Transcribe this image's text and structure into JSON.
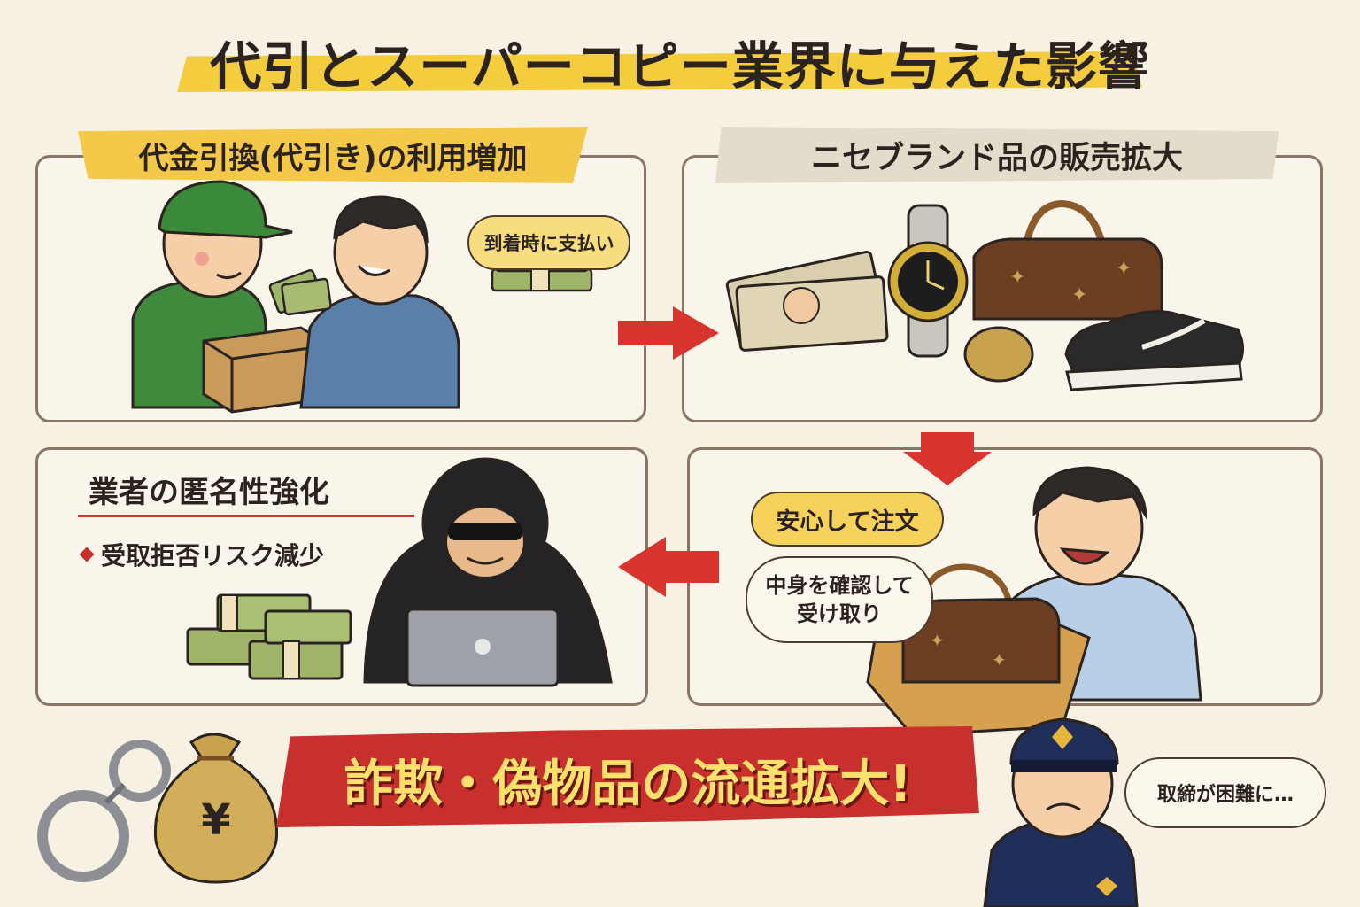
{
  "title": "代引とスーパーコピー業界に与えた影響",
  "panels": {
    "cod": {
      "heading": "代金引換(代引き)の利用増加",
      "bubble": "到着時に支払い"
    },
    "fake": {
      "heading": "ニセブランド品の販売拡大"
    },
    "anon": {
      "heading": "業者の匿名性強化",
      "bullet": "受取拒否リスク減少"
    },
    "order": {
      "bubble_order": "安心して注文",
      "bubble_check_line1": "中身を確認して",
      "bubble_check_line2": "受け取り"
    }
  },
  "conclusion": "詐欺・偽物品の流通拡大!",
  "police_bubble": "取締が困難に…",
  "money_symbol": "¥",
  "colors": {
    "arrow_red": "#d8352f",
    "banner_red": "#c8302e",
    "title_yellow": "#f3cd3e"
  }
}
